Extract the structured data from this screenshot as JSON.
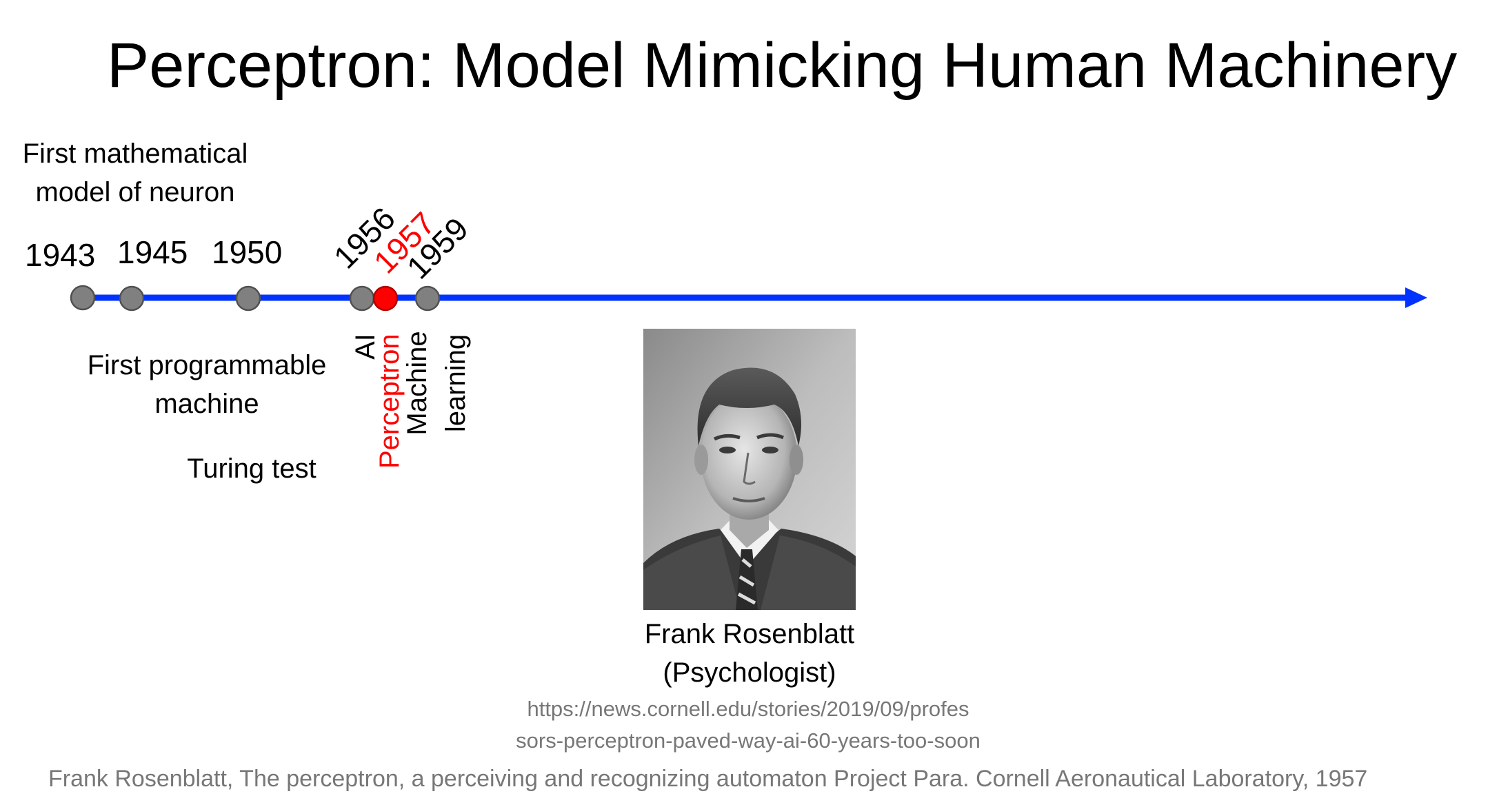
{
  "slide": {
    "title": "Perceptron: Model Mimicking Human Machinery"
  },
  "timeline": {
    "colors": {
      "axis": "#0033ff",
      "node": "#808080",
      "highlight": "#ff0000"
    },
    "events": [
      {
        "year": "1943",
        "label_lines": [
          "First mathematical",
          "model of neuron"
        ],
        "highlighted": false
      },
      {
        "year": "1945",
        "label_lines": [
          "First programmable",
          "machine"
        ],
        "highlighted": false
      },
      {
        "year": "1950",
        "label_lines": [
          "Turing test"
        ],
        "highlighted": false
      },
      {
        "year": "1956",
        "label_lines": [
          "AI"
        ],
        "highlighted": false
      },
      {
        "year": "1957",
        "label_lines": [
          "Perceptron"
        ],
        "highlighted": true
      },
      {
        "year": "1959",
        "label_lines": [
          "Machine",
          "learning"
        ],
        "highlighted": false
      }
    ]
  },
  "portrait": {
    "caption_line1": "Frank Rosenblatt",
    "caption_line2": "(Psychologist)",
    "source_url_line1": "https://news.cornell.edu/stories/2019/09/profes",
    "source_url_line2": "sors-perceptron-paved-way-ai-60-years-too-soon"
  },
  "citation": "Frank Rosenblatt,  The perceptron, a perceiving and recognizing automaton Project Para. Cornell Aeronautical Laboratory, 1957"
}
